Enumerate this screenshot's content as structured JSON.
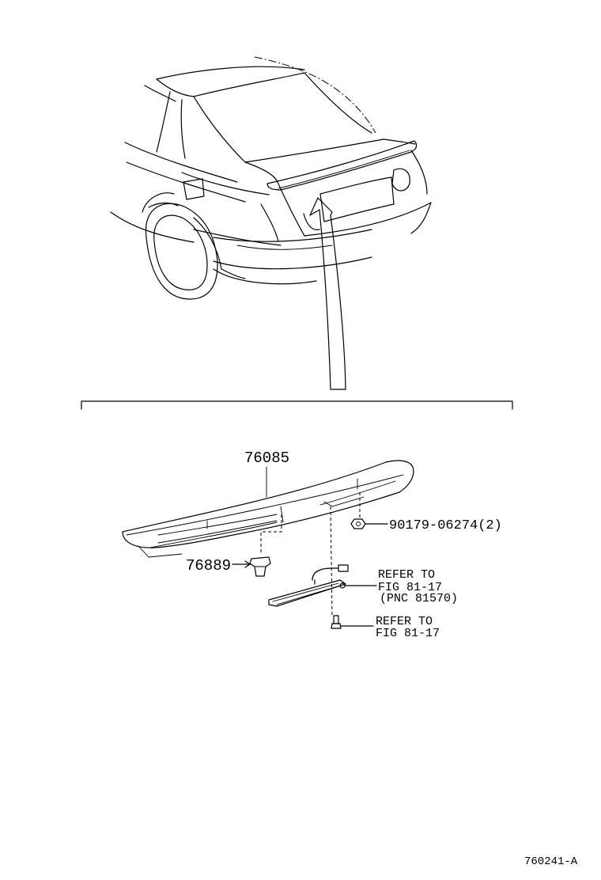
{
  "callouts": {
    "spoiler": "76085",
    "clip": "76889",
    "nut": "90179-06274(2)",
    "lamp_ref_1": "REFER TO",
    "lamp_ref_2": "FIG 81-17",
    "lamp_ref_3": "(PNC 81570)",
    "screw_ref_1": "REFER TO",
    "screw_ref_2": "FIG 81-17"
  },
  "figure_id": "760241-A"
}
